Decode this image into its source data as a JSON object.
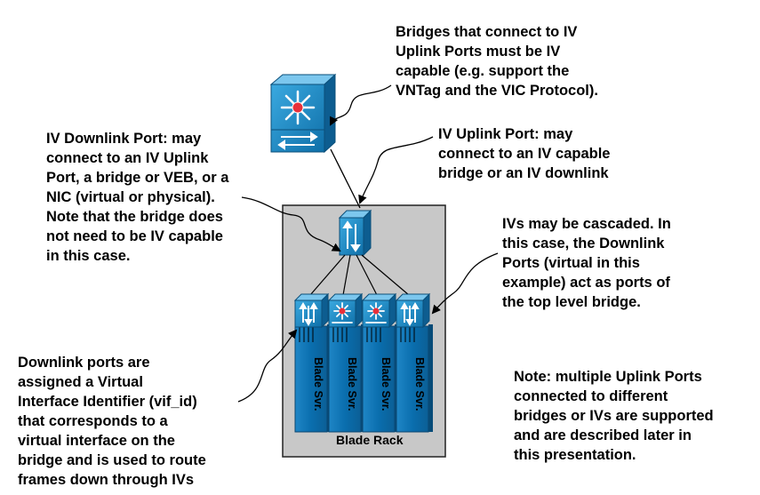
{
  "notes": {
    "bridges_uplink": "Bridges that connect to IV\nUplink Ports must be IV\ncapable (e.g. support the\nVNTag and the VIC Protocol).",
    "iv_uplink_port": "IV Uplink Port: may\nconnect to an IV capable\nbridge or an IV downlink",
    "iv_downlink_port": "IV Downlink Port: may\nconnect to an IV Uplink\nPort, a bridge or VEB, or a\nNIC (virtual or physical).\nNote that the bridge does\nnot need to be IV capable\nin this case.",
    "cascade": "IVs may be cascaded.  In\nthis case, the Downlink\nPorts (virtual in this\nexample) act as ports of\nthe top level bridge.",
    "vif_id": "Downlink ports are\nassigned a Virtual\nInterface Identifier (vif_id)\nthat corresponds to a\nvirtual interface on the\nbridge and is used to route\nframes down through IVs",
    "multiple_uplinks": "Note: multiple Uplink Ports\nconnected to different\nbridges or IVs are supported\nand are described later in\nthis presentation."
  },
  "rack": {
    "label": "Blade Rack",
    "blades": [
      "Blade Svr.",
      "Blade Svr.",
      "Blade Svr.",
      "Blade Svr."
    ]
  },
  "icons": {
    "top_bridge": "multilayer-switch-icon",
    "iv_switch": "switch-icon",
    "blade_switches": [
      "switch-icon",
      "router-switch-icon",
      "router-switch-icon",
      "switch-icon"
    ]
  },
  "colors": {
    "rack_fill": "#c8c8c8",
    "device_blue": "#1f8fcb",
    "blade_blue": "#0a72b4",
    "router_red": "#e8303a"
  }
}
